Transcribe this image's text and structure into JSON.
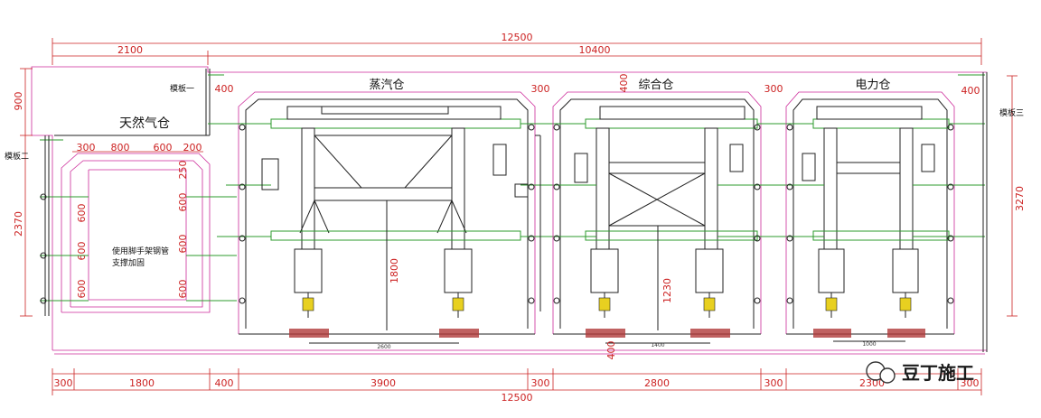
{
  "labels": {
    "steam": "蒸汽仓",
    "combined": "综合仓",
    "power": "电力仓",
    "gas": "天然气仓",
    "form1": "模板一",
    "form2": "模板二",
    "form3": "模板三",
    "scaffold_note_1": "使用脚手架钢管",
    "scaffold_note_2": "支撑加固"
  },
  "dims": {
    "top_total": "12500",
    "top_left": "2100",
    "top_right": "10400",
    "bottom_total": "12500",
    "b_300a": "300",
    "b_1800": "1800",
    "b_400a": "400",
    "b_3900": "3900",
    "b_300b": "300",
    "b_2800": "2800",
    "b_300c": "300",
    "b_2300": "2300",
    "b_300d": "300",
    "left_900": "900",
    "left_2370": "2370",
    "right_3270": "3270",
    "gas_300": "300",
    "gas_800": "800",
    "gas_600": "600",
    "gas_200": "200",
    "gas_v250": "250",
    "gas_v600a": "600",
    "gas_v600b": "600",
    "gas_v600c": "600",
    "steam_400": "400",
    "steam_300": "300",
    "comb_400": "400",
    "comb_300": "300",
    "power_400": "400",
    "h_1800": "1800",
    "h_1230": "1230",
    "h_400": "400",
    "w_2600": "2600",
    "w_1400": "1400",
    "w_1000": "1000"
  },
  "watermark": "豆丁施工",
  "colors": {
    "dimension": "#cc2222",
    "formwork": "#cc2a9a",
    "bracing": "#2c9b2c",
    "structure": "#222222"
  }
}
